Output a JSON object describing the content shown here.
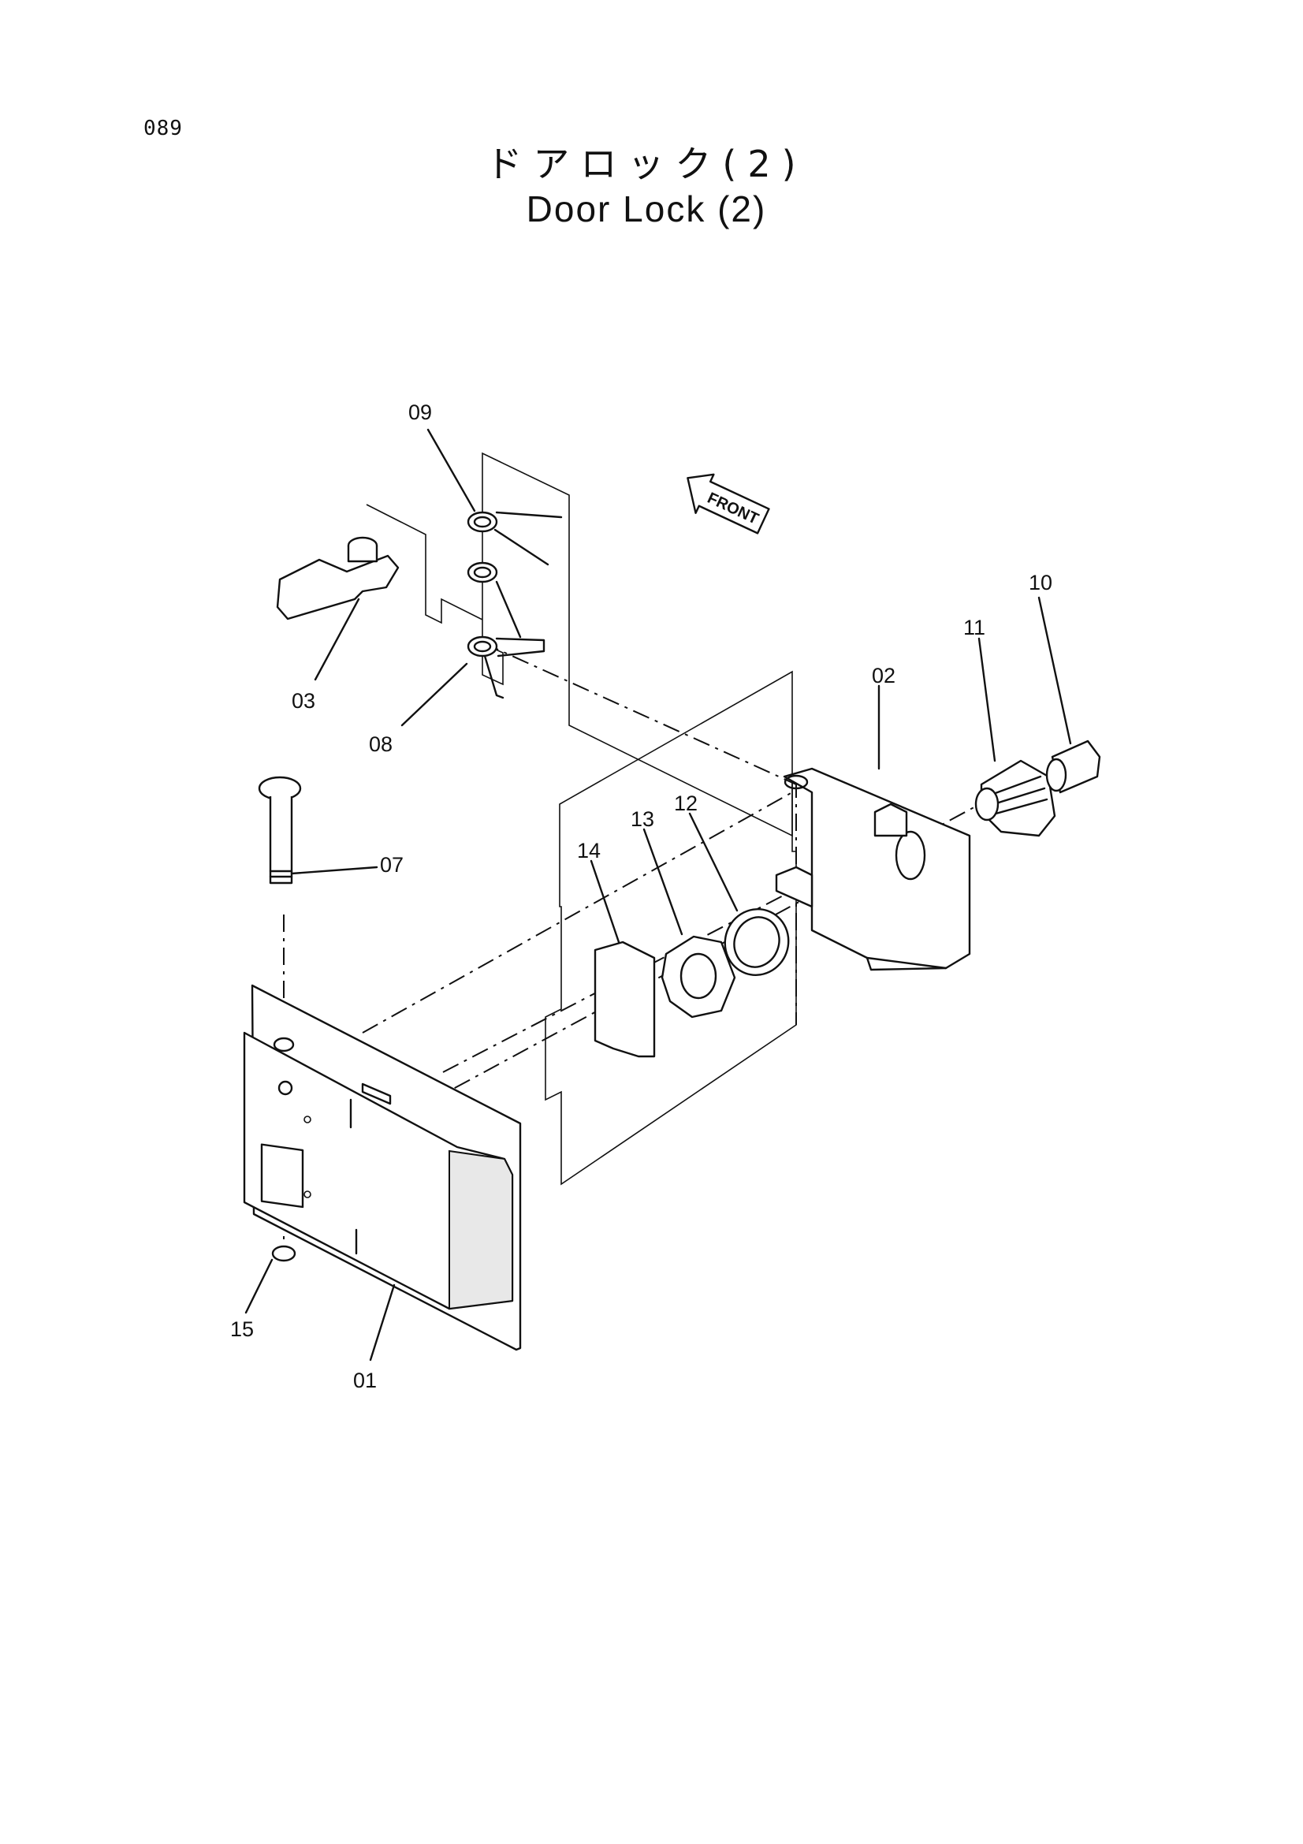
{
  "page_number": "089",
  "title_ja": "ドアロック(2)",
  "title_en": "Door Lock (2)",
  "front_marker": "FRONT",
  "part_labels": {
    "p01": "01",
    "p02": "02",
    "p03": "03",
    "p07": "07",
    "p08": "08",
    "p09": "09",
    "p10": "10",
    "p11": "11",
    "p12": "12",
    "p13": "13",
    "p14": "14",
    "p15": "15"
  }
}
